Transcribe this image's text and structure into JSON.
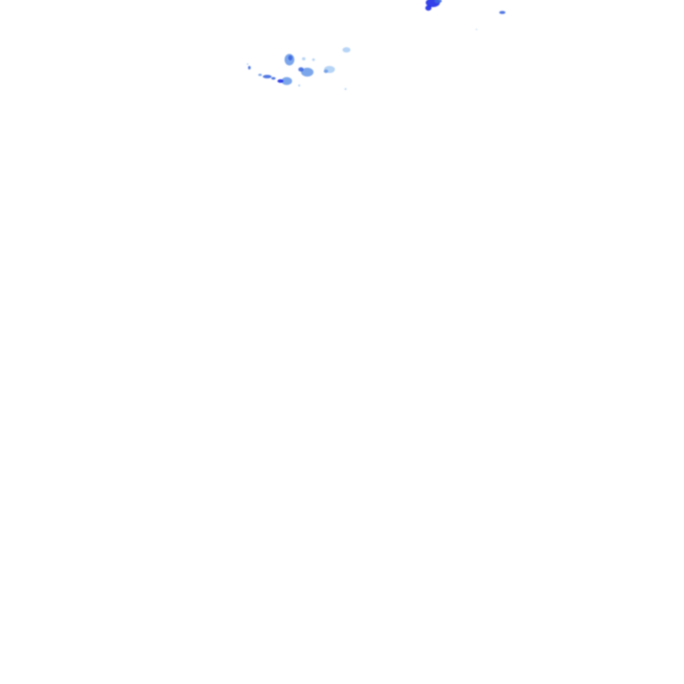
{
  "tile": {
    "background": "#ffffff"
  },
  "palette": {
    "light": "#a9ccf5",
    "medium": "#6e9ce9",
    "strong": "#3d68e0",
    "intense": "#1f2fe8"
  },
  "echo_intensity_levels": [
    "light",
    "medium",
    "strong",
    "intense"
  ]
}
